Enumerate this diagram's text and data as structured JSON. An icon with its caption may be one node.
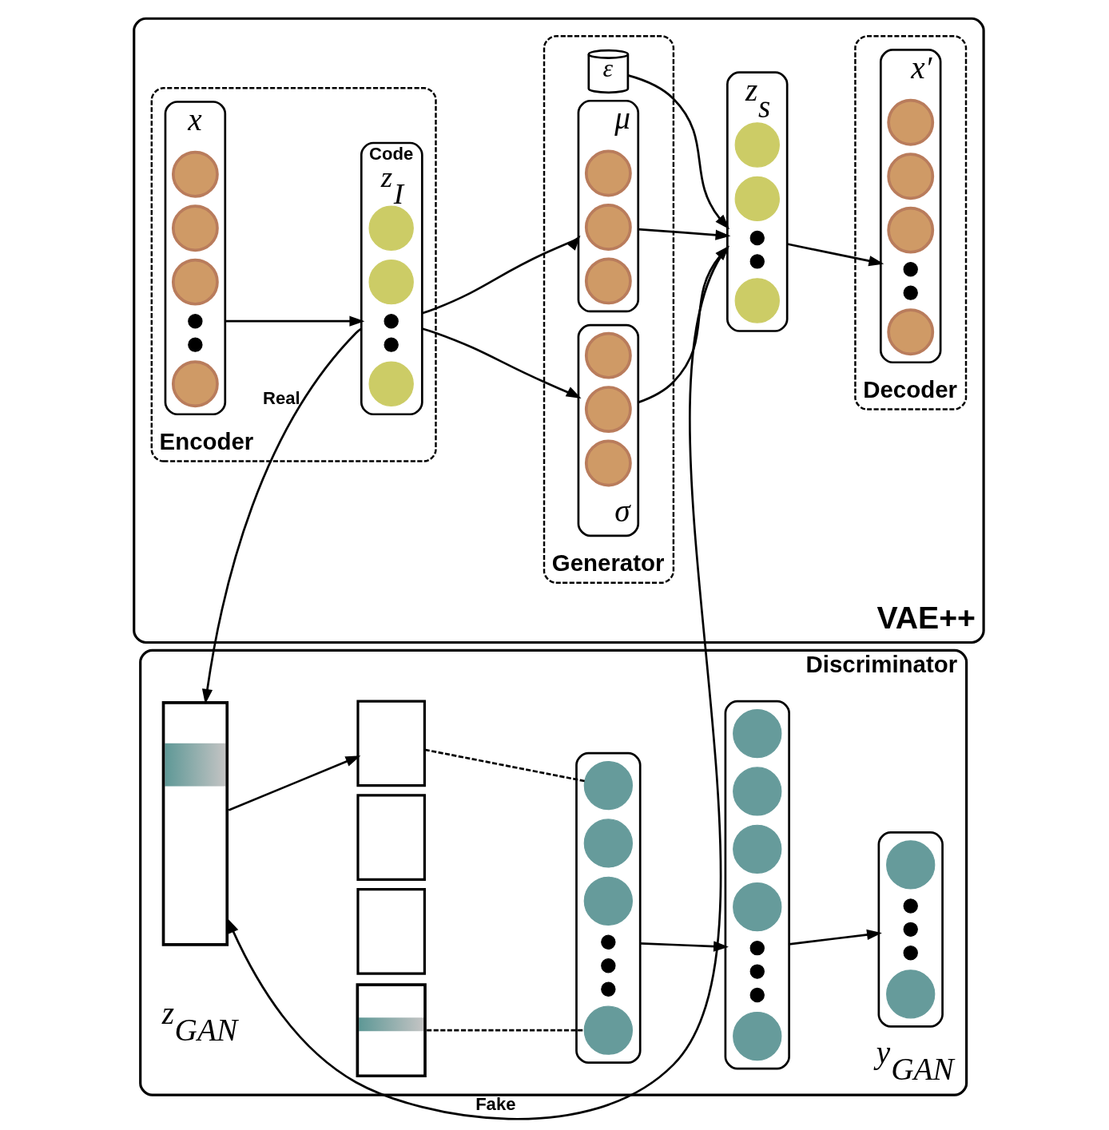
{
  "diagram": {
    "nodes": [
      {
        "text": [
          "VAE++"
        ]
      },
      {
        "text": [
          "Encoder"
        ],
        "in": 0
      },
      {
        "text": [
          "x"
        ],
        "in": 1
      },
      {
        "text": [],
        "shape": "circle",
        "in": 2
      },
      {
        "text": [],
        "shape": "circle",
        "in": 2
      },
      {
        "text": [],
        "shape": "circle",
        "in": 2
      },
      {
        "text": [],
        "shape": "dot",
        "in": 2
      },
      {
        "text": [],
        "shape": "dot",
        "in": 2
      },
      {
        "text": [],
        "shape": "circle",
        "in": 2
      },
      {
        "text": [
          "Code",
          "z$_{I}$"
        ],
        "in": 1
      },
      {
        "text": [],
        "shape": "circle",
        "in": 9
      },
      {
        "text": [],
        "shape": "circle",
        "in": 9
      },
      {
        "text": [],
        "shape": "dot",
        "in": 9
      },
      {
        "text": [],
        "shape": "dot",
        "in": 9
      },
      {
        "text": [],
        "shape": "circle",
        "in": 9
      },
      {
        "text": [
          "Generator"
        ],
        "in": 0
      },
      {
        "text": [
          "μ"
        ],
        "in": 15
      },
      {
        "text": [],
        "shape": "circle",
        "in": 16
      },
      {
        "text": [],
        "shape": "circle",
        "in": 16
      },
      {
        "text": [],
        "shape": "circle",
        "in": 16
      },
      {
        "text": [
          "σ"
        ],
        "in": 15
      },
      {
        "text": [],
        "shape": "circle",
        "in": 20
      },
      {
        "text": [],
        "shape": "circle",
        "in": 20
      },
      {
        "text": [],
        "shape": "circle",
        "in": 20
      },
      {
        "text": [
          "ε"
        ],
        "in": 15
      },
      {
        "text": [
          "Decoder"
        ],
        "in": 0
      },
      {
        "text": [
          "z$_{s}$"
        ],
        "in": 0
      },
      {
        "text": [],
        "shape": "circle",
        "in": 26
      },
      {
        "text": [],
        "shape": "circle",
        "in": 26
      },
      {
        "text": [],
        "shape": "dot",
        "in": 26
      },
      {
        "text": [],
        "shape": "dot",
        "in": 26
      },
      {
        "text": [],
        "shape": "circle",
        "in": 26
      },
      {
        "text": [
          "x′"
        ],
        "in": 25
      },
      {
        "text": [],
        "shape": "circle",
        "in": 32
      },
      {
        "text": [],
        "shape": "circle",
        "in": 32
      },
      {
        "text": [],
        "shape": "circle",
        "in": 32
      },
      {
        "text": [],
        "shape": "dot",
        "in": 32
      },
      {
        "text": [],
        "shape": "dot",
        "in": 32
      },
      {
        "text": [],
        "shape": "circle",
        "in": 32
      },
      {
        "text": [
          "Discriminator"
        ]
      },
      {
        "text": [],
        "shape": "bar",
        "beside": [
          "z$_{GAN}$"
        ],
        "in": 39
      },
      {
        "text": [],
        "shape": "box",
        "in": 39
      },
      {
        "text": [],
        "shape": "box",
        "in": 39
      },
      {
        "text": [],
        "shape": "box",
        "in": 39
      },
      {
        "text": [],
        "shape": "box",
        "in": 39
      },
      {
        "text": [],
        "shape": "box",
        "in": 39
      },
      {
        "text": [],
        "shape": "circle",
        "in": 45
      },
      {
        "text": [],
        "shape": "circle",
        "in": 45
      },
      {
        "text": [],
        "shape": "circle",
        "in": 45
      },
      {
        "text": [],
        "shape": "dot",
        "in": 45
      },
      {
        "text": [],
        "shape": "dot",
        "in": 45
      },
      {
        "text": [],
        "shape": "dot",
        "in": 45
      },
      {
        "text": [],
        "shape": "circle",
        "in": 45
      },
      {
        "text": [],
        "shape": "box",
        "in": 39
      },
      {
        "text": [],
        "shape": "circle",
        "in": 53
      },
      {
        "text": [],
        "shape": "circle",
        "in": 53
      },
      {
        "text": [],
        "shape": "circle",
        "in": 53
      },
      {
        "text": [],
        "shape": "circle",
        "in": 53
      },
      {
        "text": [],
        "shape": "dot",
        "in": 53
      },
      {
        "text": [],
        "shape": "dot",
        "in": 53
      },
      {
        "text": [],
        "shape": "dot",
        "in": 53
      },
      {
        "text": [],
        "shape": "circle",
        "in": 53
      },
      {
        "text": [],
        "shape": "box",
        "beside": [
          "y$_{GAN}$"
        ],
        "in": 39
      },
      {
        "text": [],
        "shape": "circle",
        "in": 62
      },
      {
        "text": [],
        "shape": "dot",
        "in": 62
      },
      {
        "text": [],
        "shape": "dot",
        "in": 62
      },
      {
        "text": [],
        "shape": "dot",
        "in": 62
      },
      {
        "text": [],
        "shape": "circle",
        "in": 62
      }
    ],
    "edges": [
      {
        "from": 2,
        "to": 9,
        "arrow": "to"
      },
      {
        "from": 9,
        "to": 16,
        "arrow": "to"
      },
      {
        "from": 9,
        "to": 20,
        "arrow": "to"
      },
      {
        "from": 24,
        "to": 26,
        "arrow": "to"
      },
      {
        "from": 16,
        "to": 26,
        "arrow": "to"
      },
      {
        "from": 20,
        "to": 26,
        "arrow": "to"
      },
      {
        "from": 26,
        "to": 32,
        "arrow": "to"
      },
      {
        "from": 9,
        "to": 40,
        "arrow": "to",
        "label": "Real"
      },
      {
        "from": 26,
        "to": 40,
        "arrow": "to",
        "label": "Fake"
      },
      {
        "from": 40,
        "to": 41,
        "arrow": "to"
      },
      {
        "from": 41,
        "to": 46,
        "arrow": "none",
        "style": "dashed"
      },
      {
        "from": 44,
        "to": 52,
        "arrow": "none",
        "style": "dashed"
      },
      {
        "from": 45,
        "to": 53,
        "arrow": "to"
      },
      {
        "from": 53,
        "to": 62,
        "arrow": "to"
      }
    ]
  }
}
